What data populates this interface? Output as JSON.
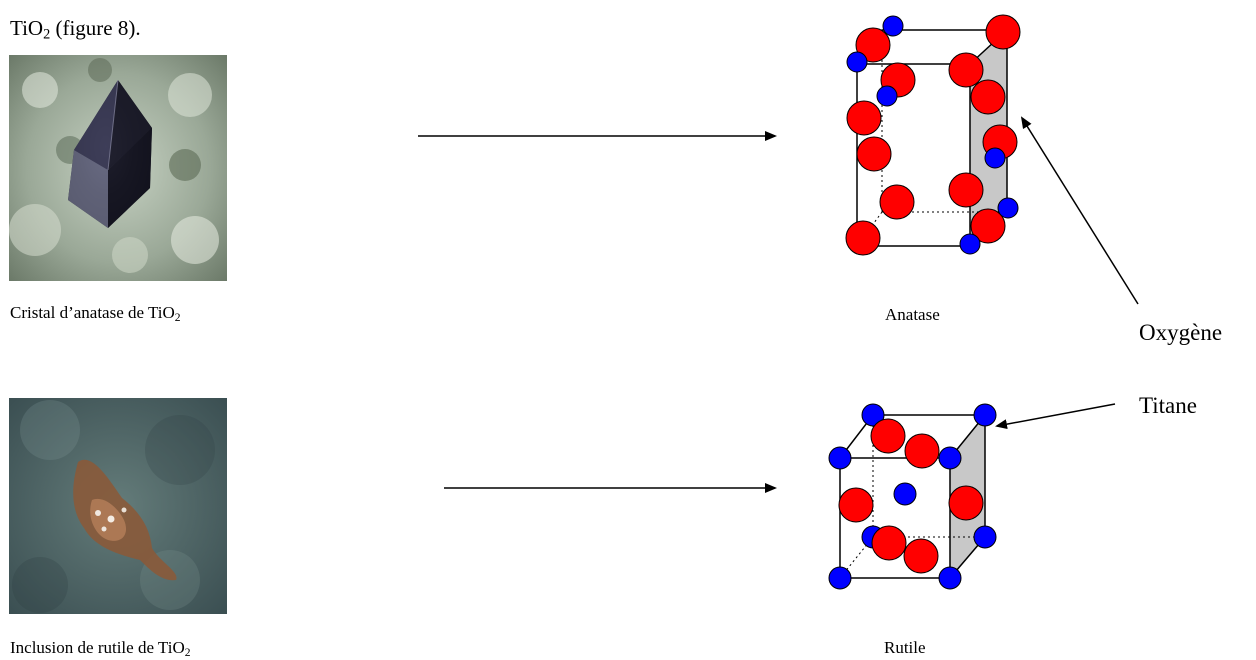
{
  "intro": {
    "text": "TiO",
    "sub": "2",
    "after": " (figure 8)."
  },
  "photos": {
    "anatase_caption": {
      "text": "Cristal d’anatase de TiO",
      "sub": "2"
    },
    "rutile_caption": {
      "text": "Inclusion de rutile de TiO",
      "sub": "2"
    }
  },
  "structures": {
    "anatase_label": "Anatase",
    "rutile_label": "Rutile"
  },
  "legend": {
    "oxygen_label": "Oxygène",
    "titanium_label": "Titane"
  },
  "colors": {
    "oxygen": "#ff0000",
    "titanium": "#0000ff",
    "face_shade": "#c8c8c8"
  }
}
